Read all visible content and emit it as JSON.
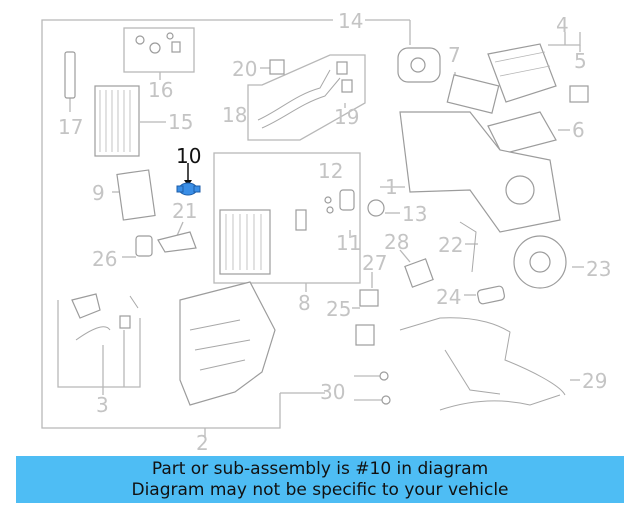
{
  "diagram": {
    "callouts": [
      "1",
      "2",
      "3",
      "4",
      "5",
      "6",
      "7",
      "8",
      "9",
      "10",
      "11",
      "12",
      "13",
      "14",
      "15",
      "16",
      "17",
      "18",
      "19",
      "20",
      "21",
      "22",
      "23",
      "24",
      "25",
      "26",
      "27",
      "28",
      "29",
      "30"
    ],
    "highlighted_callout": "10",
    "highlight_color": "#3a8ee6"
  },
  "banner": {
    "line1": "Part or sub-assembly is #10 in diagram",
    "line2": "Diagram may not be specific to your vehicle",
    "background": "#4ebdf4"
  }
}
